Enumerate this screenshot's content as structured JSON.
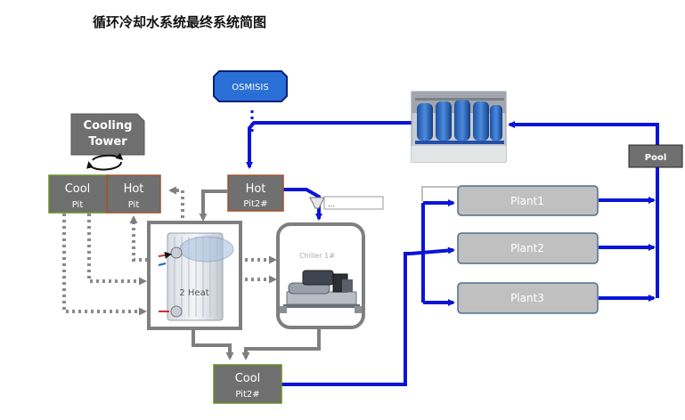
{
  "title": "循环冷却水系统最终系统简图",
  "nodes": {
    "osmisis": "OSMISIS",
    "cooling_tower_line1": "Cooling",
    "cooling_tower_line2": "Tower",
    "cool_pit_line1": "Cool",
    "cool_pit_line2": "Pit",
    "hot_pit_line1": "Hot",
    "hot_pit_line2": "Pit",
    "hot_pit2_line1": "Hot",
    "hot_pit2_line2": "Pit2#",
    "heat_exchanger_label": "2 Heat",
    "chiller_label": "Chiller 1#",
    "cool_pit2_line1": "Cool",
    "cool_pit2_line2": "Pit2#",
    "pool": "Pool",
    "plant1": "Plant1",
    "plant2": "Plant2",
    "plant3": "Plant3",
    "callout": "..."
  },
  "colors": {
    "blue_pipe": "#0a14d8",
    "gray_pipe": "#7f7f7f",
    "pit_fill": "#6f6f6f",
    "hot_pit_fill": "#707070",
    "hot_pit_border": "#a0522d",
    "cool_pit_border": "#6b8e23",
    "plant_fill": "#c0c0c0",
    "plant_border": "#4f6f8f",
    "osmisis_fill": "#2a6fd6",
    "osmisis_border": "#0b1e7a"
  },
  "icons": {
    "filters": "sand-filter-tanks-photo",
    "heat_exchanger": "plate-heat-exchanger-illustration",
    "chiller": "water-chiller-unit-illustration",
    "recirculation": "circular-arrows-icon"
  }
}
